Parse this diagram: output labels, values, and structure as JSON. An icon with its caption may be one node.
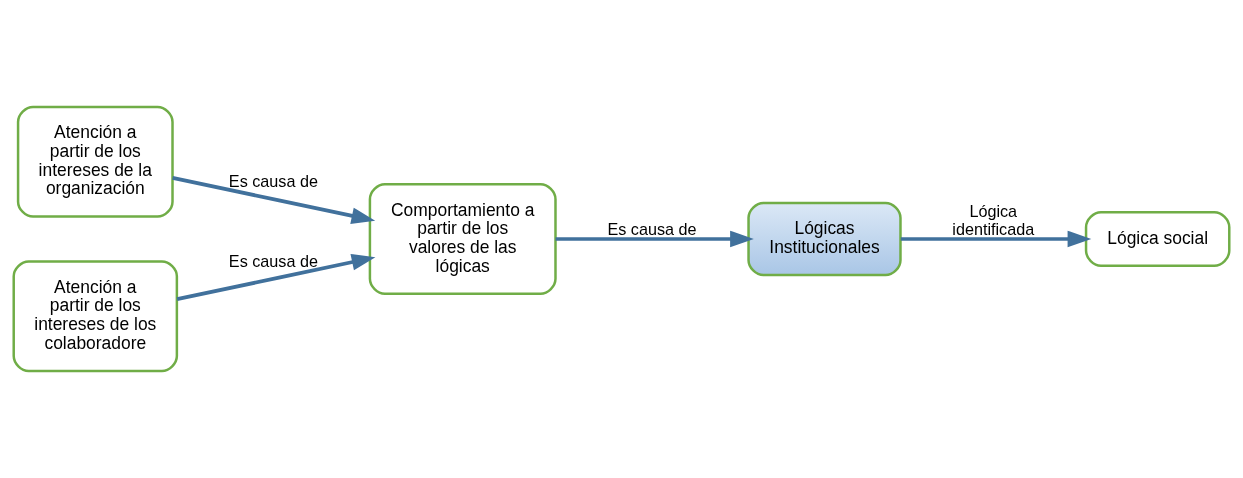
{
  "diagram": {
    "nodes": [
      {
        "text": [
          "Atención a partir de los intereses de la organización"
        ]
      },
      {
        "text": [
          "Atención a partir de los intereses de los colaboradore"
        ]
      },
      {
        "text": [
          "Comportamiento a partir de los valores de las lógicas"
        ]
      },
      {
        "text": [
          "Lógicas Institucionales"
        ]
      },
      {
        "text": [
          "Lógica social"
        ]
      }
    ],
    "edges": [
      {
        "from": 0,
        "to": 2,
        "arrow": "to",
        "label": "Es causa de"
      },
      {
        "from": 1,
        "to": 2,
        "arrow": "to",
        "label": "Es causa de"
      },
      {
        "from": 2,
        "to": 3,
        "arrow": "to",
        "label": "Es causa de"
      },
      {
        "from": 3,
        "to": 4,
        "arrow": "to",
        "label": "Lógica identificada"
      }
    ]
  }
}
